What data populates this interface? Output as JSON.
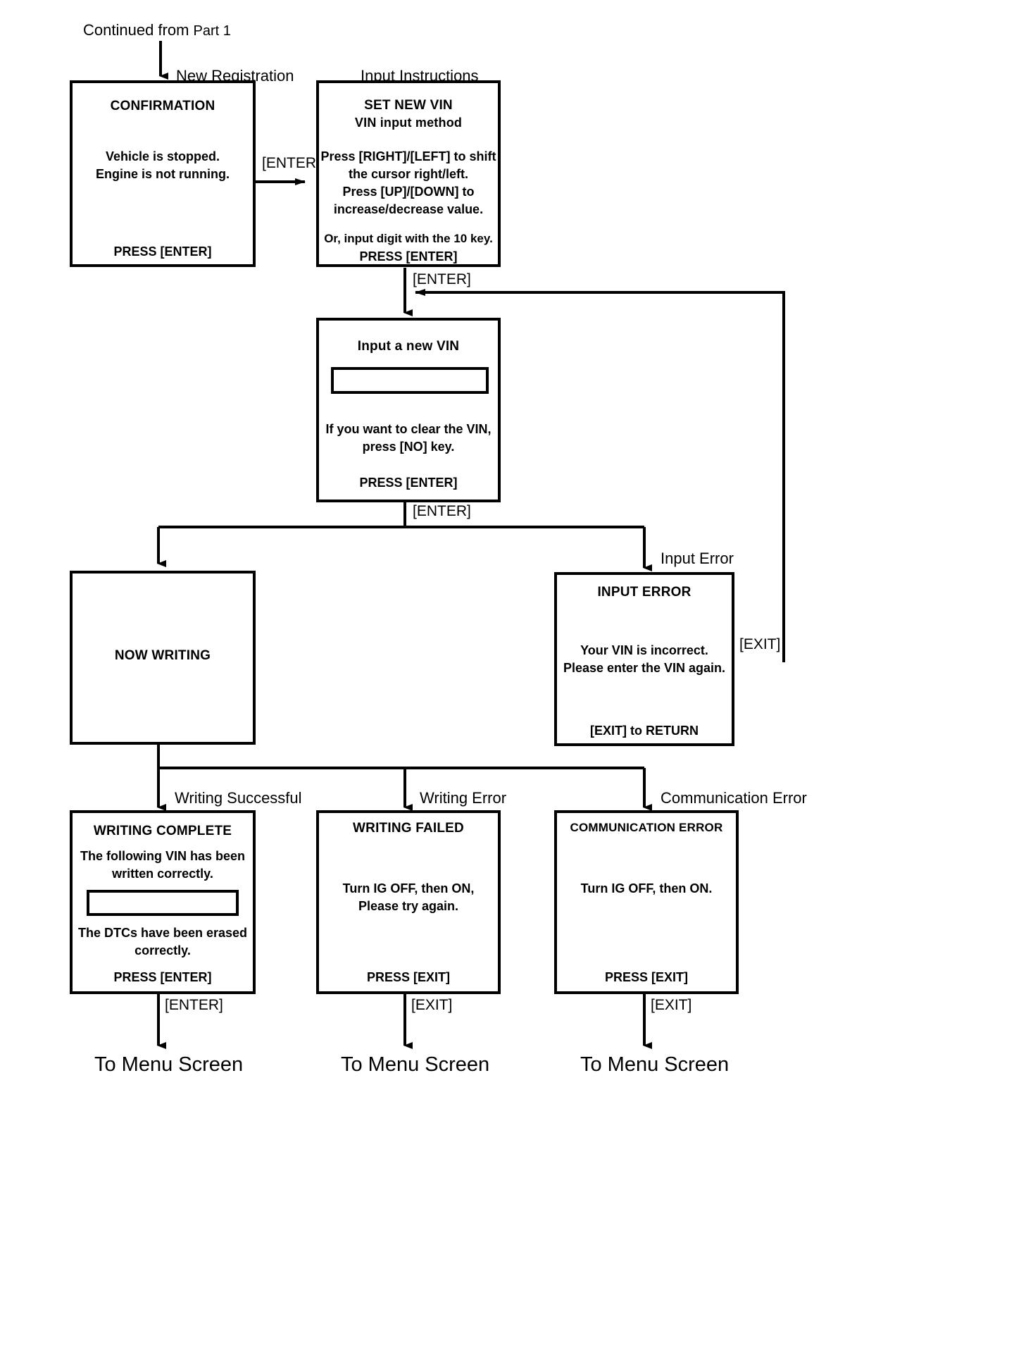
{
  "diagram": {
    "title_source": "Continued from",
    "title_source_part": "Part 1",
    "branch_labels": {
      "new_registration": "New Registration",
      "input_instructions": "Input Instructions",
      "input_error": "Input Error",
      "writing_successful": "Writing Successful",
      "writing_error": "Writing Error",
      "communication_error": "Communication Error"
    },
    "edge_labels": {
      "enter_confirm_to_setvin": "[ENTER]",
      "enter_setvin_to_input": "[ENTER]",
      "enter_input_to_branch": "[ENTER]",
      "exit_input_error_return": "[EXIT]",
      "enter_complete_to_menu": "[ENTER]",
      "exit_failed_to_menu": "[EXIT]",
      "exit_comm_to_menu": "[EXIT]"
    },
    "terminals": {
      "menu_left": "To Menu Screen",
      "menu_center": "To Menu Screen",
      "menu_right": "To Menu Screen"
    },
    "boxes": {
      "confirmation": {
        "title": "CONFIRMATION",
        "line1": "Vehicle is stopped.",
        "line2": "Engine is not running.",
        "footer": "PRESS [ENTER]"
      },
      "set_new_vin": {
        "title1": "SET NEW VIN",
        "title2": "VIN input method",
        "line1": "Press [RIGHT]/[LEFT] to shift",
        "line2": "the cursor right/left.",
        "line3": "Press [UP]/[DOWN] to",
        "line4": "increase/decrease value.",
        "line5": "Or, input digit with the 10 key.",
        "footer": "PRESS [ENTER]"
      },
      "input_new_vin": {
        "title": "Input a new VIN",
        "field_value": "",
        "line1": "If you want to clear the VIN,",
        "line2": "press [NO] key.",
        "footer": "PRESS [ENTER]"
      },
      "now_writing": {
        "title": "NOW WRITING"
      },
      "input_error": {
        "title": "INPUT ERROR",
        "line1": "Your VIN is incorrect.",
        "line2": "Please enter the VIN again.",
        "footer": "[EXIT] to RETURN"
      },
      "writing_complete": {
        "title": "WRITING COMPLETE",
        "line1": "The following VIN has been",
        "line2": "written correctly.",
        "field_value": "",
        "line3": "The DTCs have been erased",
        "line4": "correctly.",
        "footer": "PRESS [ENTER]"
      },
      "writing_failed": {
        "title": "WRITING FAILED",
        "line1": "Turn IG OFF, then ON,",
        "line2": "Please try again.",
        "footer": "PRESS [EXIT]"
      },
      "communication_error": {
        "title": "COMMUNICATION ERROR",
        "line1": "Turn IG OFF, then ON.",
        "footer": "PRESS [EXIT]"
      }
    },
    "colors": {
      "stroke": "#000000",
      "background": "#ffffff"
    }
  }
}
